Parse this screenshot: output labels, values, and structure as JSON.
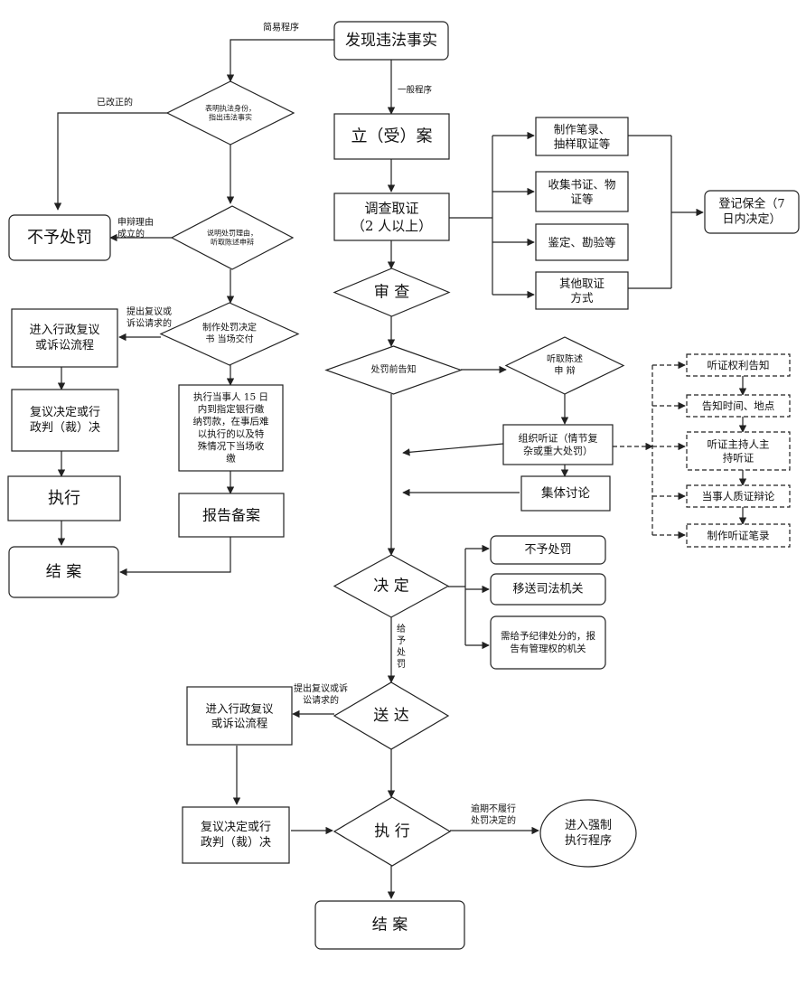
{
  "diagram": {
    "nodes": {
      "discover": "发现违法事实",
      "identify": [
        "表明执法身份，",
        "指出违法事实"
      ],
      "no_penalty_left": "不予处罚",
      "explain": [
        "说明处罚理由，",
        "听取陈述申辩"
      ],
      "make_decision": [
        "制作处罚决定",
        "书  当场交付"
      ],
      "review_process_1": [
        "进入行政复议",
        "或诉讼流程"
      ],
      "review_ruling_1": [
        "复议决定或行",
        "政判（裁）决"
      ],
      "execute_left": "执行",
      "close_left": "结 案",
      "pay": [
        "执行当事人 15 日",
        "内到指定银行缴",
        "纳罚款，在事后难",
        "以执行的以及特",
        "殊情况下当场收",
        "缴"
      ],
      "report": "报告备案",
      "file_case": "立（受）案",
      "investigate": [
        "调查取证",
        "（2 人以上）"
      ],
      "record": [
        "制作笔录、",
        "抽样取证等"
      ],
      "collect": [
        "收集书证、物",
        "证等"
      ],
      "appraise": "鉴定、勘验等",
      "other": [
        "其他取证",
        "方式"
      ],
      "register": [
        "登记保全（7",
        "日内决定）"
      ],
      "review": "审  查",
      "pre_notice": "处罚前告知",
      "hear": [
        "听取陈述",
        "申  辩"
      ],
      "hearing": [
        "组织听证（情节复",
        "杂或重大处罚）"
      ],
      "h_notify": "听证权利告知",
      "h_time": "告知时间、地点",
      "h_host": [
        "听证主持人主",
        "持听证"
      ],
      "h_cross": "当事人质证辩论",
      "h_record": "制作听证笔录",
      "collective": "集体讨论",
      "decide": "决  定",
      "no_penalty_right": "不予处罚",
      "transfer": "移送司法机关",
      "discipline": [
        "需给予纪律处分的，报",
        "告有管理权的机关"
      ],
      "deliver": "送  达",
      "review_process_2": [
        "进入行政复议",
        "或诉讼流程"
      ],
      "review_ruling_2": [
        "复议决定或行",
        "政判（裁）决"
      ],
      "execute_right": "执  行",
      "enforce": [
        "进入强制",
        "执行程序"
      ],
      "close_right": "结 案"
    },
    "labels": {
      "simple": "简易程序",
      "general": "一般程序",
      "corrected": "已改正的",
      "defense_valid": [
        "申辩理由",
        "成立的"
      ],
      "appeal_1": [
        "提出复议或",
        "诉讼请求的"
      ],
      "give_penalty": [
        "给",
        "予",
        "处",
        "罚"
      ],
      "appeal_2": [
        "提出复议或诉",
        "讼请求的"
      ],
      "overdue": [
        "逾期不履行",
        "处罚决定的"
      ]
    }
  }
}
